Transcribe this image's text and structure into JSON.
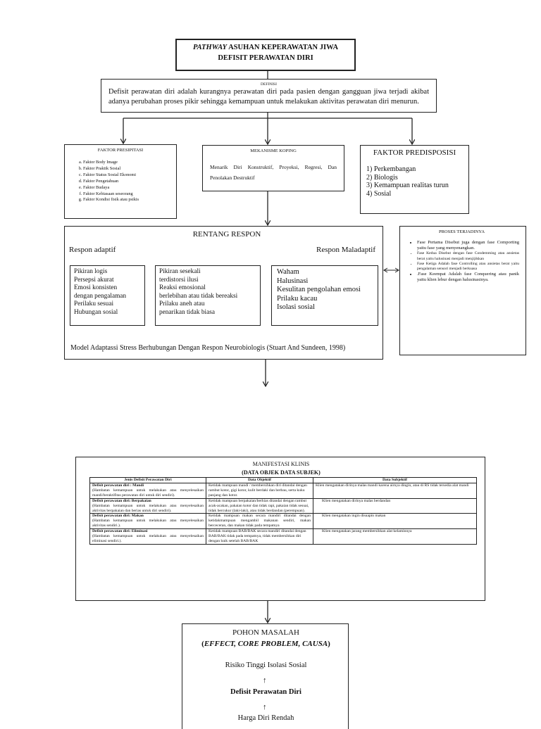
{
  "title": {
    "pathway_word": "PATHWAY",
    "line1_rest": "ASUHAN KEPERAWATAN JIWA",
    "line2": "DEFISIT PERAWATAN DIRI"
  },
  "definisi": {
    "label": "DEFINISI",
    "text": "Defisit perawatan diri adalah kurangnya perawatan diri pada pasien dengan gangguan jiwa terjadi akibat adanya perubahan proses pikir sehingga kemampuan untuk melakukan aktivitas perawatan diri menurun."
  },
  "faktor_presipitasi": {
    "heading": "FAKTOR PRESIPITASI",
    "items": [
      "Faktor Body Image",
      "Faktor Praktik Sosial",
      "Faktor Status Sosial Ekonomi",
      "Faktor Pengetahuan",
      "Faktor Budaya",
      "Faktor Kebiasaan seseorang",
      "Faktor Kondisi fisik atau psikis"
    ]
  },
  "mekanisme_koping": {
    "heading": "MEKANISME KOPING",
    "text": "Menarik Diri Konstruktif, Proyeksi, Regresi, Dan Penolakan Destruktif"
  },
  "faktor_predisposisi": {
    "heading": "FAKTOR PREDISPOSISI",
    "items": [
      "1) Perkembangan",
      "2) Biologis",
      "3) Kemampuan realitas turun",
      "4) Sosial"
    ]
  },
  "rentang_respon": {
    "title": "RENTANG RESPON",
    "adaptif": "Respon adaptif",
    "maladaptif": "Respon Maladaptif",
    "col1": [
      "Pikiran logis",
      "Persepsi akurat",
      "Emosi konsisten",
      "dengan pengalaman",
      "Perilaku sesuai",
      "Hubungan sosial"
    ],
    "col2": [
      "Pikiran sesekali",
      "terdistorsi ilusi",
      "Reaksi emosional",
      "berlebihan atau tidak bereaksi",
      "Prilaku aneh atau",
      "penarikan tidak biasa"
    ],
    "col3": [
      "Waham",
      "Halusinasi",
      "Kesulitan pengolahan emosi",
      "Prilaku kacau",
      "Isolasi sosial"
    ],
    "caption": "Model Adaptassi Stress Berhubungan Dengan Respon Neurobiologis (Stuart And Sundeen, 1998)"
  },
  "proses_terjadinya": {
    "heading": "PROSES TERJADINYA",
    "items": [
      "Fase Pertama Disebut juga dengan fase Comporting yaitu fase yang menyenangkan.",
      "Fase Kedua Disebut dengan fase Condemming atau ansietas berat yaitu halusinasi menjadi menjijikkan",
      "Fase Ketiga Adalah fase Controlling atau ansietas berat yaitu pengalaman sensori menjadi berkuasa",
      ".Fase Keempat Adalah fase Conquering atau panik yaitu klien lebur dengan halusinasinya."
    ]
  },
  "manifestasi": {
    "title": "MANIFESTASI KLINIS",
    "subtitle": "(DATA OBJEK DATA SUBJEK)",
    "headers": [
      "Jenis Defisit Perawatan Diri",
      "Data Objektif",
      "Data Subjektif"
    ],
    "rows": [
      {
        "jenis": "Defisit perawatan diri : Mandi",
        "jenis_desc": "(Hambatan kemampuan untuk melakukan atau menyelesaikan mandi/beraktifitas perawatan diri untuk diri sendiri).",
        "objektif": "Ketidak mampuan mandi / membersihkan diri ditandai dengan rambut kotor, gigi kotor, kulit berdaki dan berbau, serta kuku panjang dan kotor.",
        "subjektif": "Klien mengatakan dirinya malas mandi karena airnya dingin, atau di RS tidak tersedia alat mandi"
      },
      {
        "jenis": "Defisit perawatan diri: Berpakaian",
        "jenis_desc": "(Hambatan kemampuan untuk melakukan atau menyelesaikan aktivitas berpakaian dan berias untuk diri sendiri).",
        "objektif": "Ketidak mampuan berpakaian/berhias ditandai dengan rambut acak-acakan, pakaian kotor dan tidak rapi, pakaian tidak sesuai, tidak bercukur (laki-laki), atau tidak berdandan (perempuan).",
        "subjektif": "Klien mengatakan dirinya malas berdandan"
      },
      {
        "jenis": "Defisit perawatan diri: Makan",
        "jenis_desc": "(Hambatan kemampuan untuk melakukan atau menyelesaikan aktivitas sendiri.).",
        "objektif": "Ketidak mampuan makan secara mandiri ditandai dengan ketidakmampuan mengambil makanan sendiri, makan berceceran, dan makan tidak pada tempatnya",
        "subjektif": "Klien mengatakan ingin disuapin makan"
      },
      {
        "jenis": "Defisit perawatan diri: Eliminasi",
        "jenis_desc": "(Hambatan kemampuan untuk melakukan atau menyelesaikan eliminasi sendiri.).",
        "objektif": "Ketidak mampuan BAB/BAK secara mandiri ditandai dengan BAB/BAK tidak pada tempatnya, tidak membersihkan diri dengan baik setelah BAB/BAK",
        "subjektif": "Klien mengatakan jarang membersihkan alat kelaminnya"
      }
    ]
  },
  "pohon_masalah": {
    "title": "POHON MASALAH",
    "subtitle_open": "(",
    "subtitle_italic": "EFFECT, CORE PROBLEM, CAUSA",
    "subtitle_close": ")",
    "effect": "Risiko Tinggi Isolasi Sosial",
    "core": "Defisit Perawatan Diri",
    "causa": "Harga Diri Rendah"
  }
}
